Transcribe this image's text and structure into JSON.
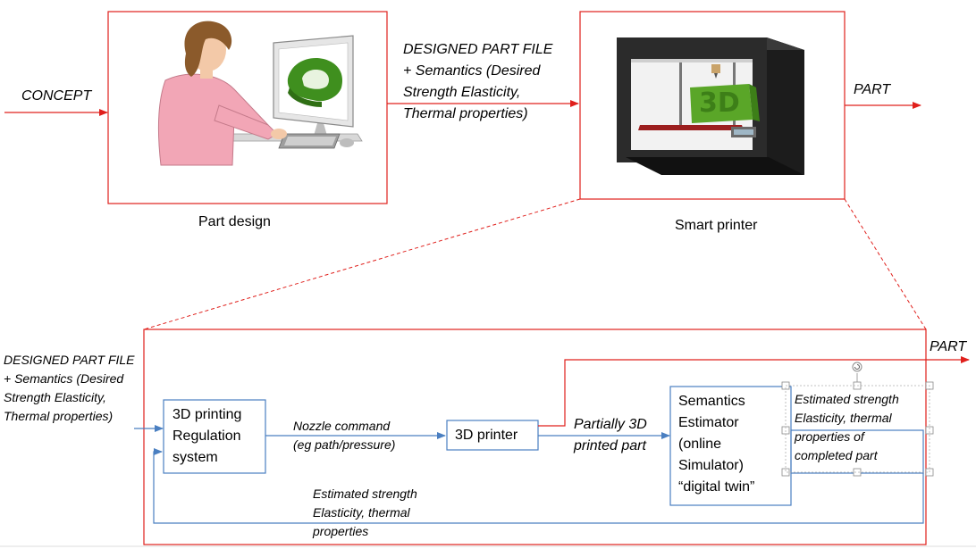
{
  "top": {
    "concept": "CONCEPT",
    "designed_file": "DESIGNED PART FILE\n+ Semantics (Desired\nStrength Elasticity,\nThermal properties)",
    "part": "PART",
    "part_design_caption": "Part design",
    "smart_printer_caption": "Smart printer",
    "printer_logo": "3D"
  },
  "bottom": {
    "input_label": "DESIGNED PART FILE\n+ Semantics (Desired\nStrength Elasticity,\nThermal properties)",
    "regulation_box": "3D printing\nRegulation\nsystem",
    "nozzle_label": "Nozzle command\n(eg path/pressure)",
    "printer_box": "3D printer",
    "partial_label": "Partially 3D\nprinted part",
    "estimator_box": "Semantics\nEstimator\n(online\nSimulator)\n“digital twin”",
    "estimated_props_box": "Estimated strength\nElasticity, thermal\nproperties of\ncompleted part",
    "feedback_label": "Estimated strength\nElasticity, thermal\nproperties",
    "part_out": "PART"
  },
  "colors": {
    "red": "#e0201c",
    "blue": "#4a7fc1",
    "skin": "#f3c9a8",
    "shirt": "#f2a6b6",
    "hair": "#8b5a2b",
    "printer_body": "#2b2b2b",
    "green": "#5aa628"
  }
}
